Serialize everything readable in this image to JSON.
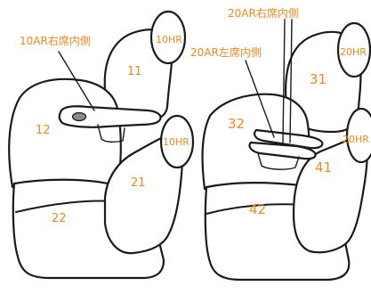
{
  "colors": {
    "label": "#ee8a1c",
    "outline": "#1a1a1a",
    "background": "#ffffff"
  },
  "left_group": {
    "callout": "10AR右席内側",
    "headrest_top": "10HR",
    "headrest_bottom": "10HR",
    "parts": {
      "p11": "11",
      "p12": "12",
      "p21": "21",
      "p22": "22"
    }
  },
  "right_group": {
    "callout_top": "20AR右席内側",
    "callout_left": "20AR左席内側",
    "headrest_top": "20HR",
    "headrest_bottom": "20HR",
    "parts": {
      "p31": "31",
      "p32": "32",
      "p41": "41",
      "p42": "42"
    }
  }
}
